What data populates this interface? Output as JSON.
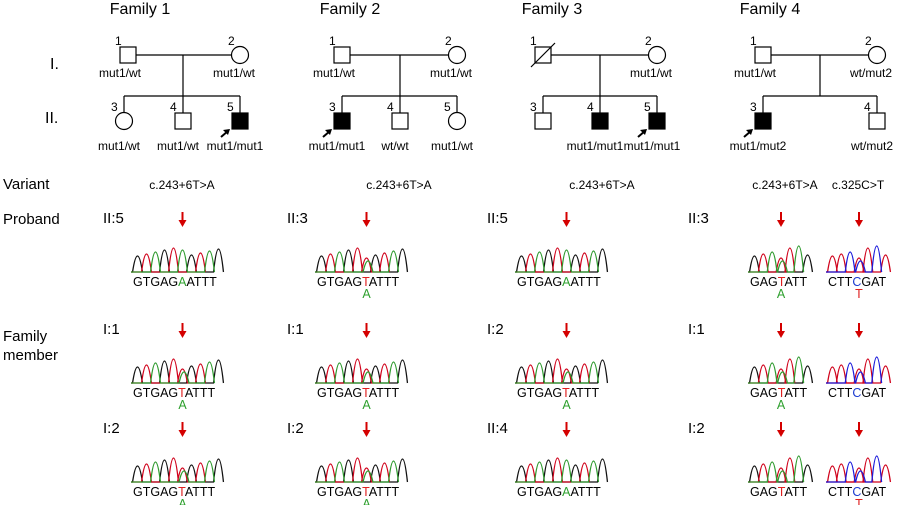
{
  "row_labels": {
    "generation_1": "I.",
    "generation_2": "II.",
    "variant": "Variant",
    "proband": "Proband",
    "family_member_1": "Family",
    "family_member_2": "member"
  },
  "colors": {
    "ink": "#000000",
    "trace_red": "#d0021b",
    "trace_green": "#2e9a2e",
    "trace_blue": "#1a1adb",
    "trace_black": "#111111",
    "arrow": "#d40000",
    "highlight_red": "#e02020",
    "highlight_green": "#2ea02e",
    "highlight_blue": "#1a3ad0"
  },
  "families": [
    {
      "title": "Family 1",
      "parents": [
        {
          "num": "1",
          "sex": "male",
          "affected": false,
          "deceased": false,
          "genotype": "mut1/wt"
        },
        {
          "num": "2",
          "sex": "female",
          "affected": false,
          "deceased": false,
          "genotype": "mut1/wt"
        }
      ],
      "children": [
        {
          "num": "3",
          "sex": "female",
          "affected": false,
          "proband": false,
          "genotype": "mut1/wt"
        },
        {
          "num": "4",
          "sex": "male",
          "affected": false,
          "proband": false,
          "genotype": "mut1/wt"
        },
        {
          "num": "5",
          "sex": "male",
          "affected": true,
          "proband": true,
          "genotype": "mut1/mut1"
        }
      ],
      "variants": [
        "c.243+6T>A"
      ],
      "rows": [
        {
          "label": "II:5",
          "traces": [
            {
              "seq": [
                {
                  "t": "GTGAG"
                },
                {
                  "t": "A",
                  "c": "green"
                },
                {
                  "t": "ATTT"
                }
              ],
              "sub": "",
              "variant": "v1hom"
            }
          ]
        },
        {
          "label": "I:1",
          "traces": [
            {
              "seq": [
                {
                  "t": "GTGAG"
                },
                {
                  "t": "T",
                  "c": "red"
                },
                {
                  "t": "ATTT"
                }
              ],
              "sub": "A",
              "variant": "v1het"
            }
          ]
        },
        {
          "label": "I:2",
          "traces": [
            {
              "seq": [
                {
                  "t": "GTGAG"
                },
                {
                  "t": "T",
                  "c": "red"
                },
                {
                  "t": "ATTT"
                }
              ],
              "sub": "A",
              "variant": "v1het"
            }
          ]
        }
      ]
    },
    {
      "title": "Family 2",
      "parents": [
        {
          "num": "1",
          "sex": "male",
          "affected": false,
          "deceased": false,
          "genotype": "mut1/wt"
        },
        {
          "num": "2",
          "sex": "female",
          "affected": false,
          "deceased": false,
          "genotype": "mut1/wt"
        }
      ],
      "children": [
        {
          "num": "3",
          "sex": "male",
          "affected": true,
          "proband": true,
          "genotype": "mut1/mut1"
        },
        {
          "num": "4",
          "sex": "male",
          "affected": false,
          "proband": false,
          "genotype": "wt/wt"
        },
        {
          "num": "5",
          "sex": "female",
          "affected": false,
          "proband": false,
          "genotype": "mut1/wt"
        }
      ],
      "variants": [
        "c.243+6T>A"
      ],
      "rows": [
        {
          "label": "II:3",
          "traces": [
            {
              "seq": [
                {
                  "t": "GTGAG"
                },
                {
                  "t": "T",
                  "c": "red"
                },
                {
                  "t": "ATTT"
                }
              ],
              "sub": "A",
              "variant": "v1het"
            }
          ]
        },
        {
          "label": "I:1",
          "traces": [
            {
              "seq": [
                {
                  "t": "GTGAG"
                },
                {
                  "t": "T",
                  "c": "red"
                },
                {
                  "t": "ATTT"
                }
              ],
              "sub": "A",
              "variant": "v1het"
            }
          ]
        },
        {
          "label": "I:2",
          "traces": [
            {
              "seq": [
                {
                  "t": "GTGAG"
                },
                {
                  "t": "T",
                  "c": "red"
                },
                {
                  "t": "ATTT"
                }
              ],
              "sub": "A",
              "variant": "v1het"
            }
          ]
        }
      ]
    },
    {
      "title": "Family 3",
      "parents": [
        {
          "num": "1",
          "sex": "male",
          "affected": false,
          "deceased": true,
          "genotype": ""
        },
        {
          "num": "2",
          "sex": "female",
          "affected": false,
          "deceased": false,
          "genotype": "mut1/wt"
        }
      ],
      "children": [
        {
          "num": "3",
          "sex": "male",
          "affected": false,
          "proband": false,
          "genotype": ""
        },
        {
          "num": "4",
          "sex": "male",
          "affected": true,
          "proband": false,
          "genotype": "mut1/mut1"
        },
        {
          "num": "5",
          "sex": "male",
          "affected": true,
          "proband": true,
          "genotype": "mut1/mut1"
        }
      ],
      "variants": [
        "c.243+6T>A"
      ],
      "rows": [
        {
          "label": "II:5",
          "traces": [
            {
              "seq": [
                {
                  "t": "GTGAG"
                },
                {
                  "t": "A",
                  "c": "green"
                },
                {
                  "t": "ATTT"
                }
              ],
              "sub": "",
              "variant": "v1hom"
            }
          ]
        },
        {
          "label": "I:2",
          "traces": [
            {
              "seq": [
                {
                  "t": "GTGAG"
                },
                {
                  "t": "T",
                  "c": "red"
                },
                {
                  "t": "ATTT"
                }
              ],
              "sub": "A",
              "variant": "v1het"
            }
          ]
        },
        {
          "label": "II:4",
          "traces": [
            {
              "seq": [
                {
                  "t": "GTGAG"
                },
                {
                  "t": "A",
                  "c": "green"
                },
                {
                  "t": "ATTT"
                }
              ],
              "sub": "",
              "variant": "v1hom"
            }
          ]
        }
      ]
    },
    {
      "title": "Family 4",
      "parents": [
        {
          "num": "1",
          "sex": "male",
          "affected": false,
          "deceased": false,
          "genotype": "mut1/wt"
        },
        {
          "num": "2",
          "sex": "female",
          "affected": false,
          "deceased": false,
          "genotype": "wt/mut2"
        }
      ],
      "children": [
        {
          "num": "3",
          "sex": "male",
          "affected": true,
          "proband": true,
          "genotype": "mut1/mut2"
        },
        {
          "num": "4",
          "sex": "male",
          "affected": false,
          "proband": false,
          "genotype": "wt/mut2"
        }
      ],
      "variants": [
        "c.243+6T>A",
        "c.325C>T"
      ],
      "rows": [
        {
          "label": "II:3",
          "traces": [
            {
              "seq": [
                {
                  "t": "GAG"
                },
                {
                  "t": "T",
                  "c": "red"
                },
                {
                  "t": "ATT"
                }
              ],
              "sub": "A",
              "variant": "v1het"
            },
            {
              "seq": [
                {
                  "t": "CTT"
                },
                {
                  "t": "C",
                  "c": "blue"
                },
                {
                  "t": "GAT"
                }
              ],
              "sub": "T",
              "variant": "v2het"
            }
          ]
        },
        {
          "label": "I:1",
          "traces": [
            {
              "seq": [
                {
                  "t": "GAG"
                },
                {
                  "t": "T",
                  "c": "red"
                },
                {
                  "t": "ATT"
                }
              ],
              "sub": "A",
              "variant": "v1het"
            },
            {
              "seq": [
                {
                  "t": "CTT"
                },
                {
                  "t": "C",
                  "c": "blue"
                },
                {
                  "t": "GAT"
                }
              ],
              "sub": "",
              "variant": "v2wt"
            }
          ]
        },
        {
          "label": "I:2",
          "traces": [
            {
              "seq": [
                {
                  "t": "GAG"
                },
                {
                  "t": "T",
                  "c": "red"
                },
                {
                  "t": "ATT"
                }
              ],
              "sub": "",
              "variant": "v1wt"
            },
            {
              "seq": [
                {
                  "t": "CTT"
                },
                {
                  "t": "C",
                  "c": "blue"
                },
                {
                  "t": "GAT"
                }
              ],
              "sub": "T",
              "variant": "v2het"
            }
          ]
        }
      ]
    }
  ]
}
